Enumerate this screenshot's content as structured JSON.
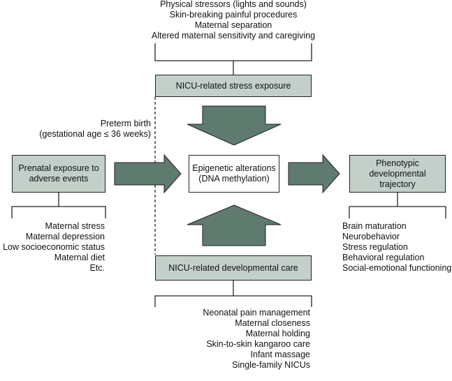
{
  "colors": {
    "box_fill": "#c3d0ca",
    "arrow_fill": "#5f7a6f",
    "line": "#222222"
  },
  "top_list": [
    "Physical stressors (lights and sounds)",
    "Skin-breaking painful procedures",
    "Maternal separation",
    "Altered maternal sensitivity and caregiving"
  ],
  "stress_box": "NICU-related stress exposure",
  "preterm": {
    "line1": "Preterm birth",
    "line2": "(gestational age ≤ 36 weeks)"
  },
  "prenatal_box": "Prenatal exposure to\nadverse events",
  "epigenetic_box": "Epigenetic alterations\n(DNA methylation)",
  "phenotypic_box": "Phenotypic\ndevelopmental trajectory",
  "left_list": [
    "Maternal stress",
    "Maternal depression",
    "Low socioeconomic status",
    "Maternal diet",
    "Etc."
  ],
  "right_list": [
    "Brain maturation",
    "Neurobehavior",
    "Stress regulation",
    "Behavioral regulation",
    "Social-emotional functioning"
  ],
  "care_box": "NICU-related developmental care",
  "bottom_list": [
    "Neonatal pain management",
    "Maternal closeness",
    "Maternal holding",
    "Skin-to-skin kangaroo care",
    "Infant massage",
    "Single-family NICUs"
  ]
}
